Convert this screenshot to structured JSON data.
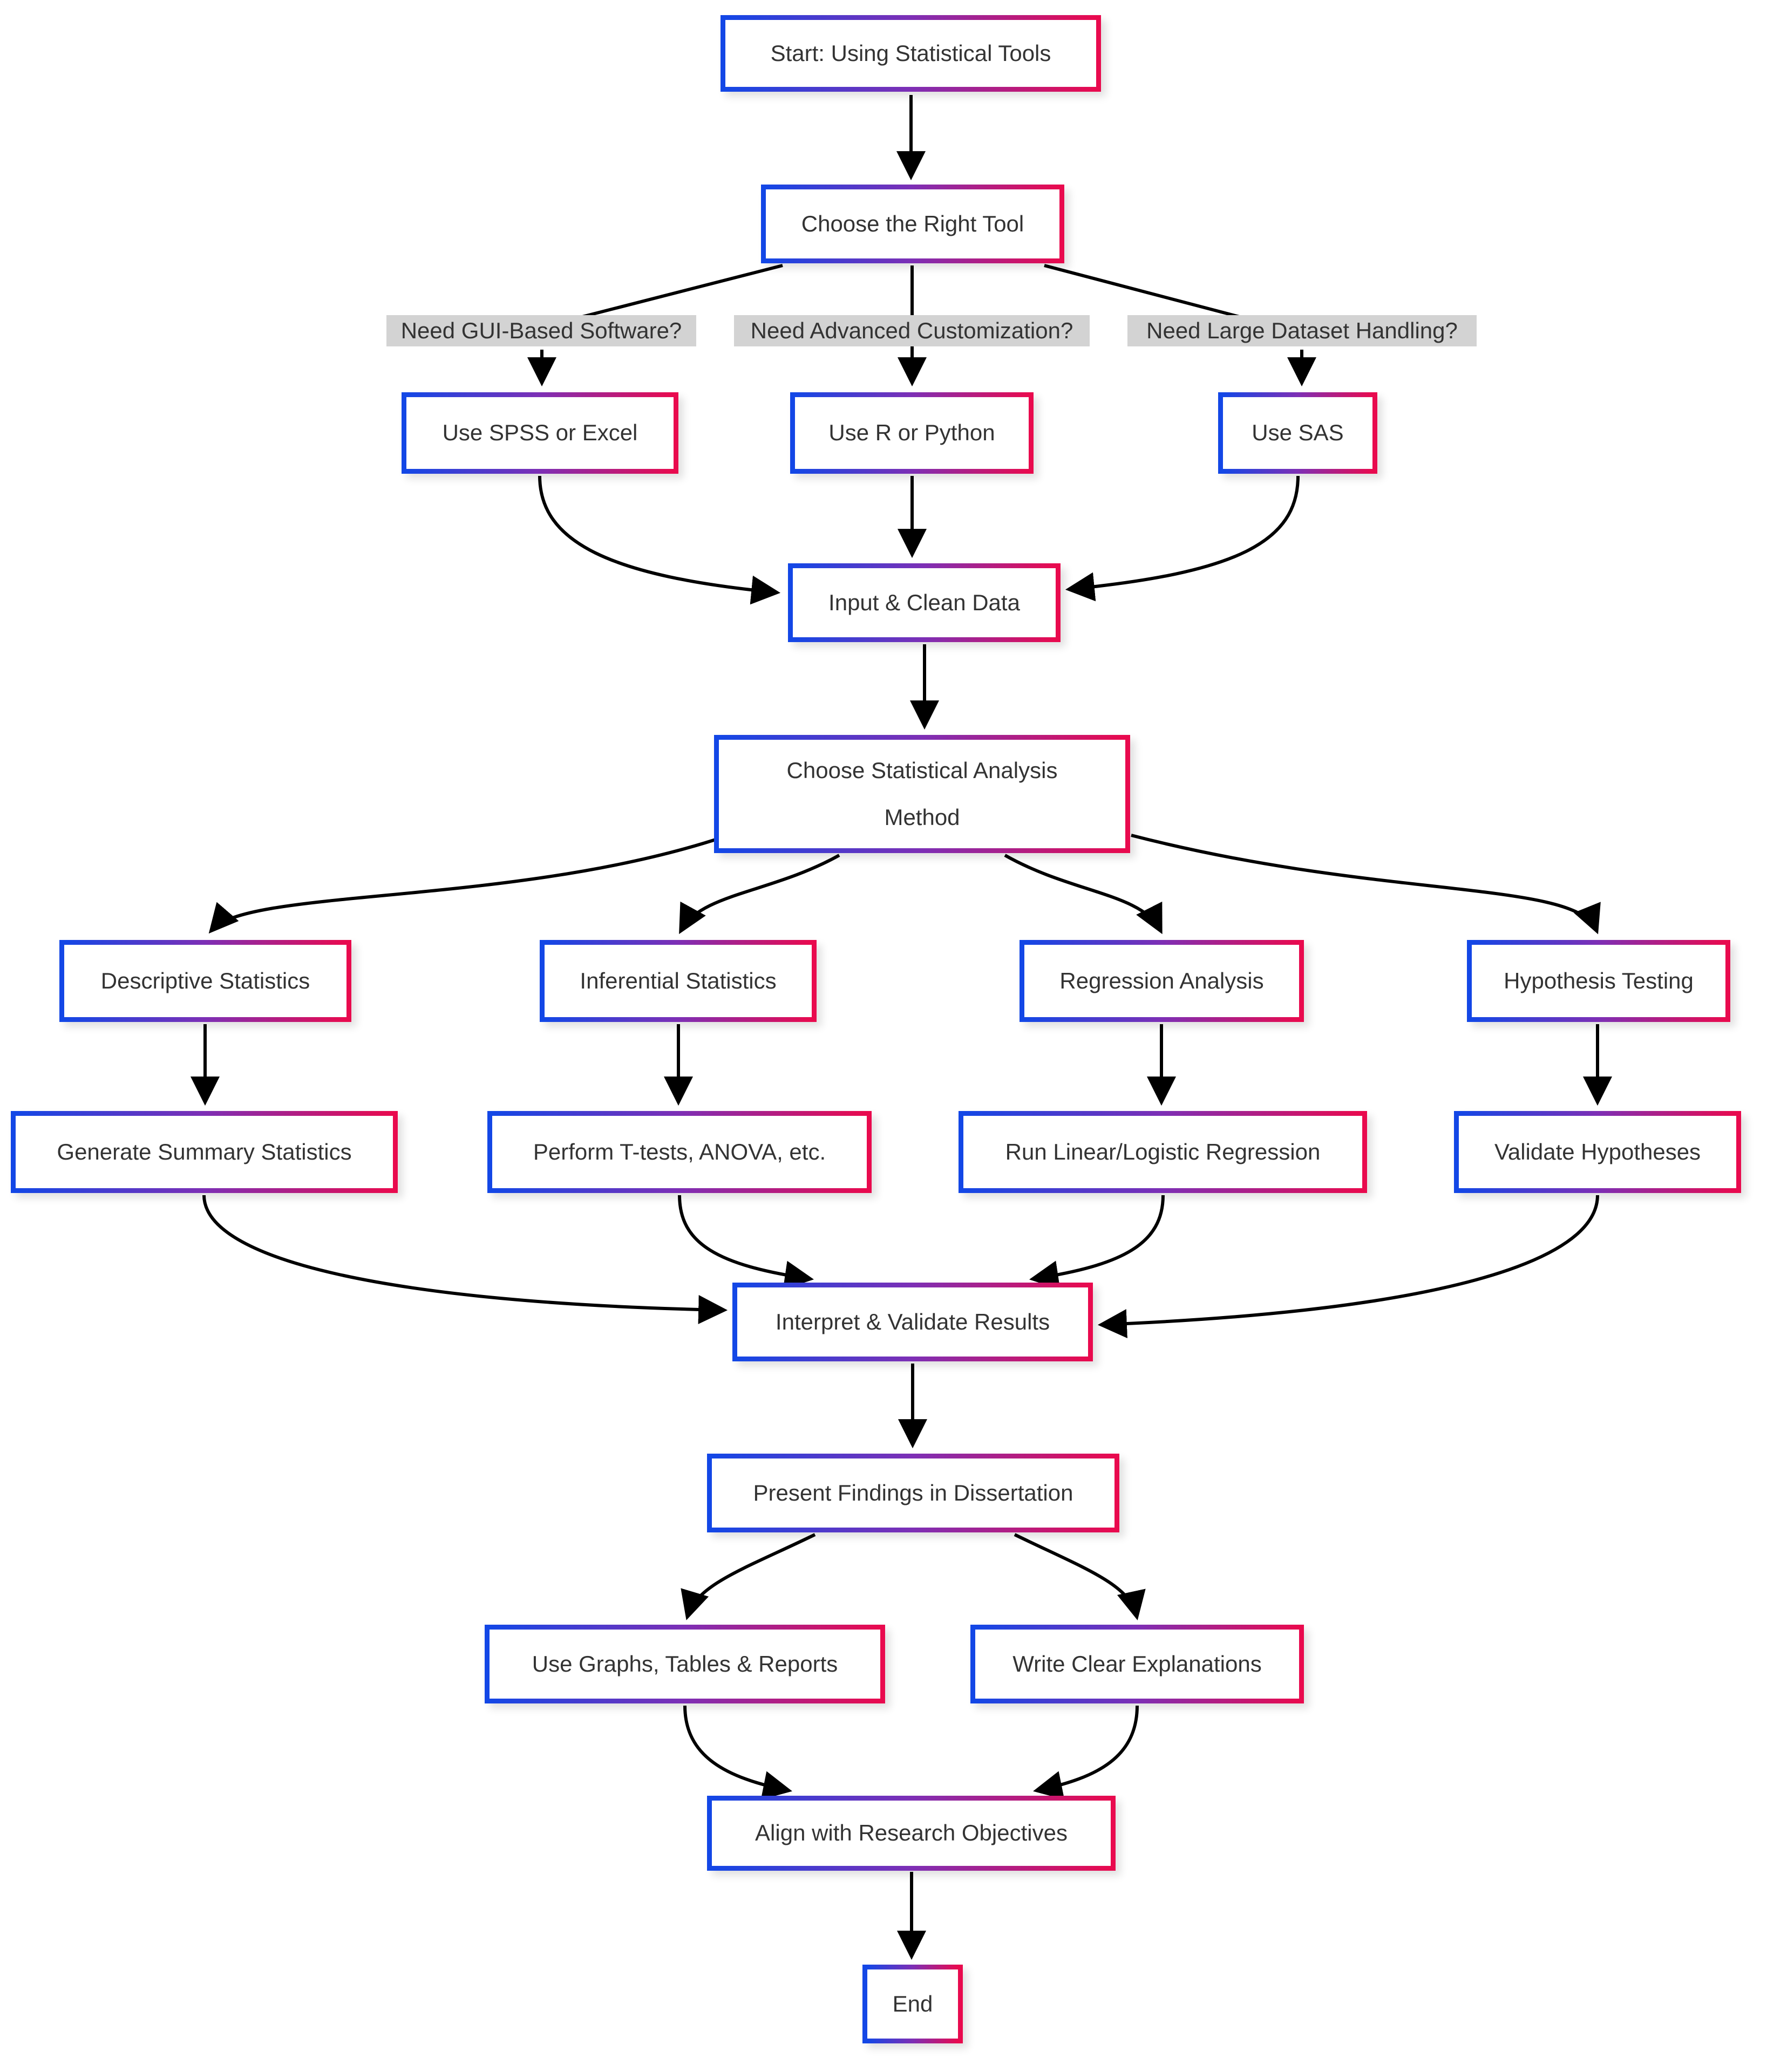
{
  "diagram": {
    "type": "flowchart",
    "nodes": [
      {
        "id": "start",
        "label": "Start: Using Statistical Tools"
      },
      {
        "id": "choose_tool",
        "label": "Choose the Right Tool"
      },
      {
        "id": "use_spss",
        "label": "Use SPSS or Excel"
      },
      {
        "id": "use_r",
        "label": "Use R or Python"
      },
      {
        "id": "use_sas",
        "label": "Use SAS"
      },
      {
        "id": "input_clean",
        "label": "Input & Clean Data"
      },
      {
        "id": "choose_method",
        "label": "Choose Statistical Analysis Method"
      },
      {
        "id": "descriptive",
        "label": "Descriptive Statistics"
      },
      {
        "id": "inferential",
        "label": "Inferential Statistics"
      },
      {
        "id": "regression",
        "label": "Regression Analysis"
      },
      {
        "id": "hypothesis",
        "label": "Hypothesis Testing"
      },
      {
        "id": "generate_summary",
        "label": "Generate Summary Statistics"
      },
      {
        "id": "perform_tests",
        "label": "Perform T-tests, ANOVA, etc."
      },
      {
        "id": "run_regression",
        "label": "Run Linear/Logistic Regression"
      },
      {
        "id": "validate_hypotheses",
        "label": "Validate Hypotheses"
      },
      {
        "id": "interpret",
        "label": "Interpret & Validate Results"
      },
      {
        "id": "present",
        "label": "Present Findings in Dissertation"
      },
      {
        "id": "graphs",
        "label": "Use Graphs, Tables & Reports"
      },
      {
        "id": "explanations",
        "label": "Write Clear Explanations"
      },
      {
        "id": "align",
        "label": "Align with Research Objectives"
      },
      {
        "id": "end",
        "label": "End"
      }
    ],
    "edge_labels": [
      {
        "label": "Need GUI-Based Software?"
      },
      {
        "label": "Need Advanced Customization?"
      },
      {
        "label": "Need Large Dataset Handling?"
      }
    ],
    "colors": {
      "border_gradient_start": "#1347e6",
      "border_gradient_mid": "#7d2fb5",
      "border_gradient_end": "#e90a4e",
      "node_fill": "#ffffff",
      "text": "#333333",
      "edge_line": "#000000",
      "edge_label_bg": "#d3d3d3",
      "background": "#ffffff"
    }
  }
}
